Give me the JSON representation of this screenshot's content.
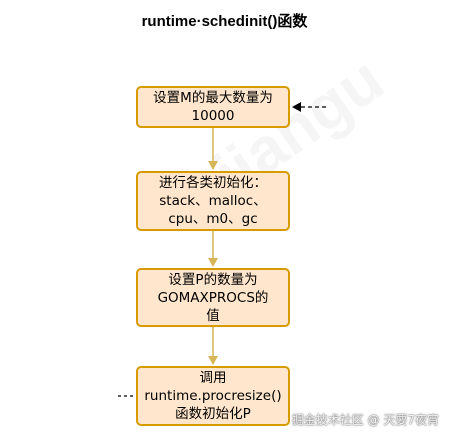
{
  "title": "runtime·schedinit()函数",
  "steps": [
    {
      "lines": [
        "设置M的最大数量为",
        "10000"
      ]
    },
    {
      "lines": [
        "进行各类初始化：",
        "stack、malloc、",
        "cpu、m0、gc"
      ]
    },
    {
      "lines": [
        "设置P的数量为",
        "GOMAXPROCS的",
        "值"
      ]
    },
    {
      "lines": [
        "调用",
        "runtime.procresize()",
        "函数初始化P"
      ]
    }
  ],
  "watermark": "掘金技术社区 @ 天要7夜宵",
  "background_mark": "jiangu",
  "colors": {
    "box_fill": "#ffe6cc",
    "box_border": "#d79b00",
    "arrow": "#d6b656",
    "dashed_arrow": "#000000"
  }
}
